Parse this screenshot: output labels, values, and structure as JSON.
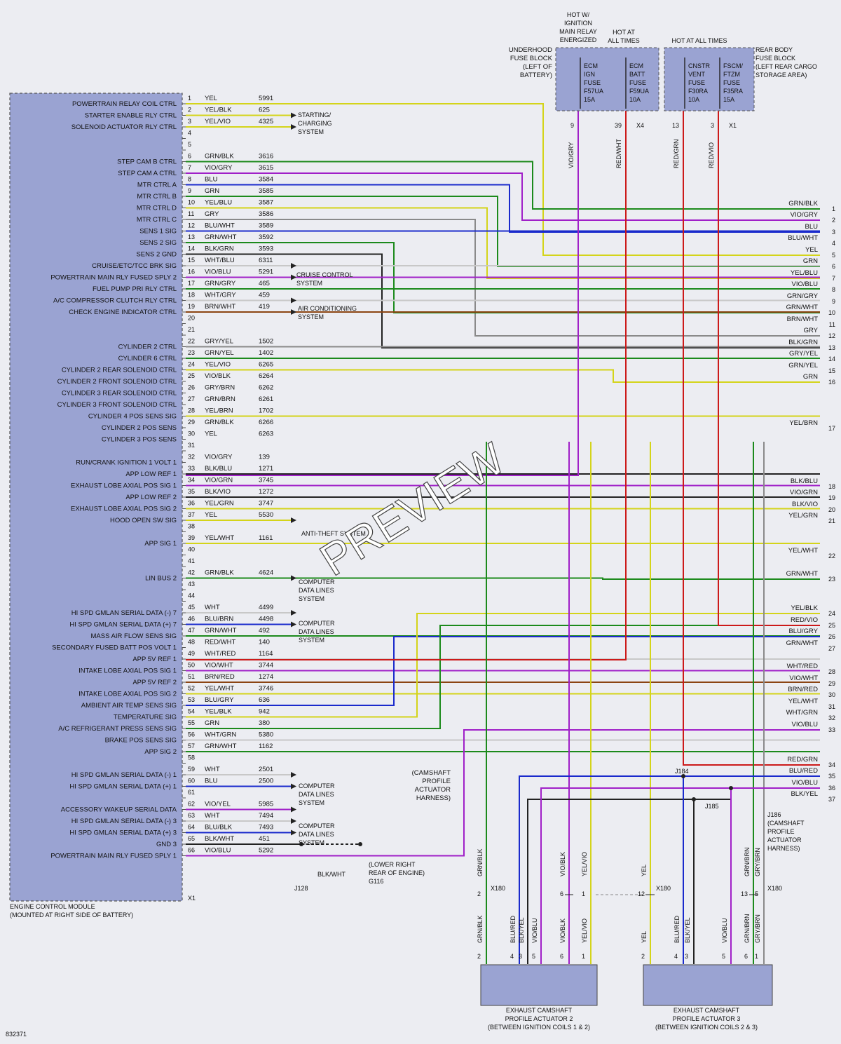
{
  "ecm": {
    "title_line1": "ENGINE CONTROL MODULE",
    "title_line2": "(MOUNTED AT RIGHT SIDE OF BATTERY)",
    "connector": "X1"
  },
  "ecm_pins": [
    {
      "pin": "1",
      "label": "POWERTRAIN RELAY COIL CTRL",
      "color": "YEL",
      "circuit": "5991"
    },
    {
      "pin": "2",
      "label": "STARTER ENABLE RLY CTRL",
      "color": "YEL/BLK",
      "circuit": "625"
    },
    {
      "pin": "3",
      "label": "SOLENOID ACTUATOR RLY CTRL",
      "color": "YEL/VIO",
      "circuit": "4325"
    },
    {
      "pin": "4",
      "label": "",
      "color": "",
      "circuit": ""
    },
    {
      "pin": "5",
      "label": "",
      "color": "",
      "circuit": ""
    },
    {
      "pin": "6",
      "label": "STEP CAM B CTRL",
      "color": "GRN/BLK",
      "circuit": "3616"
    },
    {
      "pin": "7",
      "label": "STEP CAM A CTRL",
      "color": "VIO/GRY",
      "circuit": "3615"
    },
    {
      "pin": "8",
      "label": "MTR CTRL A",
      "color": "BLU",
      "circuit": "3584"
    },
    {
      "pin": "9",
      "label": "MTR CTRL B",
      "color": "GRN",
      "circuit": "3585"
    },
    {
      "pin": "10",
      "label": "MTR CTRL D",
      "color": "YEL/BLU",
      "circuit": "3587"
    },
    {
      "pin": "11",
      "label": "MTR CTRL C",
      "color": "GRY",
      "circuit": "3586"
    },
    {
      "pin": "12",
      "label": "SENS 1 SIG",
      "color": "BLU/WHT",
      "circuit": "3589"
    },
    {
      "pin": "13",
      "label": "SENS 2 SIG",
      "color": "GRN/WHT",
      "circuit": "3592"
    },
    {
      "pin": "14",
      "label": "SENS 2 GND",
      "color": "BLK/GRN",
      "circuit": "3593"
    },
    {
      "pin": "15",
      "label": "CRUISE/ETC/TCC BRK SIG",
      "color": "WHT/BLU",
      "circuit": "6311"
    },
    {
      "pin": "16",
      "label": "POWERTRAIN MAIN RLY FUSED SPLY 2",
      "color": "VIO/BLU",
      "circuit": "5291"
    },
    {
      "pin": "17",
      "label": "FUEL PUMP PRI RLY CTRL",
      "color": "GRN/GRY",
      "circuit": "465"
    },
    {
      "pin": "18",
      "label": "A/C COMPRESSOR CLUTCH RLY CTRL",
      "color": "WHT/GRY",
      "circuit": "459"
    },
    {
      "pin": "19",
      "label": "CHECK ENGINE INDICATOR CTRL",
      "color": "BRN/WHT",
      "circuit": "419"
    },
    {
      "pin": "20",
      "label": "",
      "color": "",
      "circuit": ""
    },
    {
      "pin": "21",
      "label": "",
      "color": "",
      "circuit": ""
    },
    {
      "pin": "22",
      "label": "CYLINDER 2 CTRL",
      "color": "GRY/YEL",
      "circuit": "1502"
    },
    {
      "pin": "23",
      "label": "CYLINDER 6 CTRL",
      "color": "GRN/YEL",
      "circuit": "1402"
    },
    {
      "pin": "24",
      "label": "CYLINDER 2 REAR SOLENOID CTRL",
      "color": "YEL/VIO",
      "circuit": "6265"
    },
    {
      "pin": "25",
      "label": "CYLINDER 2 FRONT SOLENOID CTRL",
      "color": "VIO/BLK",
      "circuit": "6264"
    },
    {
      "pin": "26",
      "label": "CYLINDER 3 REAR SOLENOID CTRL",
      "color": "GRY/BRN",
      "circuit": "6262"
    },
    {
      "pin": "27",
      "label": "CYLINDER 3 FRONT SOLENOID CTRL",
      "color": "GRN/BRN",
      "circuit": "6261"
    },
    {
      "pin": "28",
      "label": "CYLINDER 4 POS SENS SIG",
      "color": "YEL/BRN",
      "circuit": "1702"
    },
    {
      "pin": "29",
      "label": "CYLINDER 2 POS SENS",
      "color": "GRN/BLK",
      "circuit": "6266"
    },
    {
      "pin": "30",
      "label": "CYLINDER 3 POS SENS",
      "color": "YEL",
      "circuit": "6263"
    },
    {
      "pin": "31",
      "label": "",
      "color": "",
      "circuit": ""
    },
    {
      "pin": "32",
      "label": "RUN/CRANK IGNITION 1 VOLT 1",
      "color": "VIO/GRY",
      "circuit": "139"
    },
    {
      "pin": "33",
      "label": "APP LOW REF 1",
      "color": "BLK/BLU",
      "circuit": "1271"
    },
    {
      "pin": "34",
      "label": "EXHAUST LOBE AXIAL POS SIG 1",
      "color": "VIO/GRN",
      "circuit": "3745"
    },
    {
      "pin": "35",
      "label": "APP LOW REF 2",
      "color": "BLK/VIO",
      "circuit": "1272"
    },
    {
      "pin": "36",
      "label": "EXHAUST LOBE AXIAL POS SIG 2",
      "color": "YEL/GRN",
      "circuit": "3747"
    },
    {
      "pin": "37",
      "label": "HOOD OPEN SW SIG",
      "color": "YEL",
      "circuit": "5530"
    },
    {
      "pin": "38",
      "label": "",
      "color": "",
      "circuit": ""
    },
    {
      "pin": "39",
      "label": "APP SIG 1",
      "color": "YEL/WHT",
      "circuit": "1161"
    },
    {
      "pin": "40",
      "label": "",
      "color": "",
      "circuit": ""
    },
    {
      "pin": "41",
      "label": "",
      "color": "",
      "circuit": ""
    },
    {
      "pin": "42",
      "label": "LIN BUS 2",
      "color": "GRN/BLK",
      "circuit": "4624"
    },
    {
      "pin": "43",
      "label": "",
      "color": "",
      "circuit": ""
    },
    {
      "pin": "44",
      "label": "",
      "color": "",
      "circuit": ""
    },
    {
      "pin": "45",
      "label": "HI SPD GMLAN SERIAL DATA (-) 7",
      "color": "WHT",
      "circuit": "4499"
    },
    {
      "pin": "46",
      "label": "HI SPD GMLAN SERIAL DATA (+) 7",
      "color": "BLU/BRN",
      "circuit": "4498"
    },
    {
      "pin": "47",
      "label": "MASS AIR FLOW SENS SIG",
      "color": "GRN/WHT",
      "circuit": "492"
    },
    {
      "pin": "48",
      "label": "SECONDARY FUSED BATT POS VOLT 1",
      "color": "RED/WHT",
      "circuit": "140"
    },
    {
      "pin": "49",
      "label": "APP 5V REF 1",
      "color": "WHT/RED",
      "circuit": "1164"
    },
    {
      "pin": "50",
      "label": "INTAKE LOBE AXIAL POS SIG 1",
      "color": "VIO/WHT",
      "circuit": "3744"
    },
    {
      "pin": "51",
      "label": "APP 5V REF 2",
      "color": "BRN/RED",
      "circuit": "1274"
    },
    {
      "pin": "52",
      "label": "INTAKE LOBE AXIAL POS SIG 2",
      "color": "YEL/WHT",
      "circuit": "3746"
    },
    {
      "pin": "53",
      "label": "AMBIENT AIR TEMP SENS SIG",
      "color": "BLU/GRY",
      "circuit": "636"
    },
    {
      "pin": "54",
      "label": "TEMPERATURE SIG",
      "color": "YEL/BLK",
      "circuit": "942"
    },
    {
      "pin": "55",
      "label": "A/C REFRIGERANT PRESS SENS SIG",
      "color": "GRN",
      "circuit": "380"
    },
    {
      "pin": "56",
      "label": "BRAKE POS SENS SIG",
      "color": "WHT/GRN",
      "circuit": "5380"
    },
    {
      "pin": "57",
      "label": "APP SIG 2",
      "color": "GRN/WHT",
      "circuit": "1162"
    },
    {
      "pin": "58",
      "label": "",
      "color": "",
      "circuit": ""
    },
    {
      "pin": "59",
      "label": "HI SPD GMLAN SERIAL DATA (-) 1",
      "color": "WHT",
      "circuit": "2501"
    },
    {
      "pin": "60",
      "label": "HI SPD GMLAN SERIAL DATA (+) 1",
      "color": "BLU",
      "circuit": "2500"
    },
    {
      "pin": "61",
      "label": "",
      "color": "",
      "circuit": ""
    },
    {
      "pin": "62",
      "label": "ACCESSORY WAKEUP SERIAL DATA",
      "color": "VIO/YEL",
      "circuit": "5985"
    },
    {
      "pin": "63",
      "label": "HI SPD GMLAN SERIAL DATA (-) 3",
      "color": "WHT",
      "circuit": "7494"
    },
    {
      "pin": "64",
      "label": "HI SPD GMLAN SERIAL DATA (+) 3",
      "color": "BLU/BLK",
      "circuit": "7493"
    },
    {
      "pin": "65",
      "label": "GND 3",
      "color": "BLK/WHT",
      "circuit": "451"
    },
    {
      "pin": "66",
      "label": "POWERTRAIN MAIN RLY FUSED SPLY 1",
      "color": "VIO/BLU",
      "circuit": "5292"
    }
  ],
  "systems": [
    {
      "line1": "STARTING/",
      "line2": "CHARGING",
      "line3": "SYSTEM"
    },
    {
      "line1": "CRUISE CONTROL",
      "line2": "SYSTEM",
      "line3": ""
    },
    {
      "line1": "AIR CONDITIONING",
      "line2": "SYSTEM",
      "line3": ""
    },
    {
      "line1": "ANTI-THEFT SYSTEM",
      "line2": "",
      "line3": ""
    },
    {
      "line1": "COMPUTER",
      "line2": "DATA LINES",
      "line3": "SYSTEM"
    },
    {
      "line1": "COMPUTER",
      "line2": "DATA LINES",
      "line3": "SYSTEM"
    },
    {
      "line1": "COMPUTER",
      "line2": "DATA LINES",
      "line3": "SYSTEM"
    },
    {
      "line1": "COMPUTER",
      "line2": "DATA LINES",
      "line3": "SYSTEM"
    }
  ],
  "right_connector": [
    {
      "pin": "1",
      "color": "GRN/BLK"
    },
    {
      "pin": "2",
      "color": "VIO/GRY"
    },
    {
      "pin": "3",
      "color": "BLU"
    },
    {
      "pin": "4",
      "color": "BLU/WHT"
    },
    {
      "pin": "5",
      "color": "YEL"
    },
    {
      "pin": "6",
      "color": "GRN"
    },
    {
      "pin": "7",
      "color": "YEL/BLU"
    },
    {
      "pin": "8",
      "color": "VIO/BLU"
    },
    {
      "pin": "9",
      "color": "GRN/GRY"
    },
    {
      "pin": "10",
      "color": "GRN/WHT"
    },
    {
      "pin": "11",
      "color": "BRN/WHT"
    },
    {
      "pin": "12",
      "color": "GRY"
    },
    {
      "pin": "13",
      "color": "BLK/GRN"
    },
    {
      "pin": "14",
      "color": "GRY/YEL"
    },
    {
      "pin": "15",
      "color": "GRN/YEL"
    },
    {
      "pin": "16",
      "color": "GRN"
    },
    {
      "pin": "17",
      "color": "YEL/BRN"
    },
    {
      "pin": "18",
      "color": "BLK/BLU"
    },
    {
      "pin": "19",
      "color": "VIO/GRN"
    },
    {
      "pin": "20",
      "color": "BLK/VIO"
    },
    {
      "pin": "21",
      "color": "YEL/GRN"
    },
    {
      "pin": "22",
      "color": "YEL/WHT"
    },
    {
      "pin": "23",
      "color": "GRN/WHT"
    },
    {
      "pin": "24",
      "color": "YEL/BLK"
    },
    {
      "pin": "25",
      "color": "RED/VIO"
    },
    {
      "pin": "26",
      "color": "BLU/GRY"
    },
    {
      "pin": "27",
      "color": "GRN/WHT"
    },
    {
      "pin": "28",
      "color": "WHT/RED"
    },
    {
      "pin": "29",
      "color": "VIO/WHT"
    },
    {
      "pin": "30",
      "color": "BRN/RED"
    },
    {
      "pin": "31",
      "color": "YEL/WHT"
    },
    {
      "pin": "32",
      "color": "WHT/GRN"
    },
    {
      "pin": "33",
      "color": "VIO/BLU"
    },
    {
      "pin": "34",
      "color": "RED/GRN"
    },
    {
      "pin": "35",
      "color": "BLU/RED"
    },
    {
      "pin": "36",
      "color": "VIO/BLU"
    },
    {
      "pin": "37",
      "color": "BLK/YEL"
    }
  ],
  "fuse_blocks": {
    "underhood": {
      "line1": "UNDERHOOD",
      "line2": "FUSE BLOCK",
      "line3": "(LEFT OF",
      "line4": "BATTERY)"
    },
    "rear": {
      "line1": "REAR BODY",
      "line2": "FUSE BLOCK",
      "line3": "(LEFT REAR CARGO",
      "line4": "STORAGE AREA)"
    },
    "hot_ign": {
      "line1": "HOT W/",
      "line2": "IGNITION",
      "line3": "MAIN RELAY",
      "line4": "ENERGIZED"
    },
    "hot_all_1": {
      "line1": "HOT AT",
      "line2": "ALL TIMES"
    },
    "hot_all_2": "HOT AT ALL TIMES",
    "fuses": [
      {
        "l1": "ECM",
        "l2": "IGN",
        "l3": "FUSE",
        "l4": "F57UA",
        "l5": "15A"
      },
      {
        "l1": "ECM",
        "l2": "BATT",
        "l3": "FUSE",
        "l4": "F59UA",
        "l5": "10A"
      },
      {
        "l1": "CNSTR",
        "l2": "VENT",
        "l3": "FUSE",
        "l4": "F30RA",
        "l5": "10A"
      },
      {
        "l1": "FSCM/",
        "l2": "FTZM",
        "l3": "FUSE",
        "l4": "F35RA",
        "l5": "15A"
      }
    ],
    "wires": [
      {
        "pin": "9",
        "color": "VIO/GRY"
      },
      {
        "pin": "39",
        "color": "RED/WHT"
      },
      {
        "pin": "13",
        "color": "RED/GRN"
      },
      {
        "pin": "3",
        "color": "RED/VIO"
      }
    ],
    "x4": "X4",
    "x1": "X1"
  },
  "harness": {
    "cam_note": {
      "l1": "(CAMSHAFT",
      "l2": "PROFILE",
      "l3": "ACTUATOR",
      "l4": "HARNESS)"
    },
    "j186": {
      "l1": "J186",
      "l2": "(CAMSHAFT",
      "l3": "PROFILE",
      "l4": "ACTUATOR",
      "l5": "HARNESS)"
    },
    "j184": "J184",
    "j185": "J185",
    "j128": "J128",
    "g116": "G116",
    "ground_note": {
      "l1": "(LOWER RIGHT",
      "l2": "REAR OF ENGINE)"
    },
    "ground_wire": "BLK/WHT",
    "x180": "X180"
  },
  "bottom_wires": [
    {
      "pin": "2",
      "color": "GRN/BLK"
    },
    {
      "pin": "6",
      "color": "VIO/BLK"
    },
    {
      "pin": "1",
      "color": "YEL/VIO"
    },
    {
      "pin": "12",
      "color": "YEL"
    },
    {
      "pin": "13",
      "color": "GRN/BRN"
    },
    {
      "pin": "5",
      "color": "GRY/BRN"
    }
  ],
  "actuator_wires_2": [
    {
      "pin": "2",
      "color": "GRN/BLK"
    },
    {
      "pin": "4",
      "color": "BLU/RED"
    },
    {
      "pin": "3",
      "color": "BLK/YEL"
    },
    {
      "pin": "5",
      "color": "VIO/BLU"
    },
    {
      "pin": "6",
      "color": "VIO/BLK"
    },
    {
      "pin": "1",
      "color": "YEL/VIO"
    }
  ],
  "actuator_wires_3": [
    {
      "pin": "2",
      "color": "YEL"
    },
    {
      "pin": "4",
      "color": "BLU/RED"
    },
    {
      "pin": "3",
      "color": "BLK/YEL"
    },
    {
      "pin": "5",
      "color": "VIO/BLU"
    },
    {
      "pin": "6",
      "color": "GRN/BRN"
    },
    {
      "pin": "1",
      "color": "GRY/BRN"
    }
  ],
  "actuators": [
    {
      "l1": "EXHAUST CAMSHAFT",
      "l2": "PROFILE ACTUATOR 2",
      "l3": "(BETWEEN IGNITION COILS 1 & 2)"
    },
    {
      "l1": "EXHAUST CAMSHAFT",
      "l2": "PROFILE ACTUATOR 3",
      "l3": "(BETWEEN IGNITION COILS 2 & 3)"
    }
  ],
  "doc_id": "832371",
  "watermark": "PREVIEW",
  "wire_colors": {
    "YEL": "#d4d41a",
    "BLK": "#222222",
    "VIO": "#a020c8",
    "GRN": "#1c8a1c",
    "BLU": "#1a2acc",
    "GRY": "#8a8a8a",
    "RED": "#cc1a1a",
    "WHT": "#c8c8c8",
    "BRN": "#8b4513"
  }
}
